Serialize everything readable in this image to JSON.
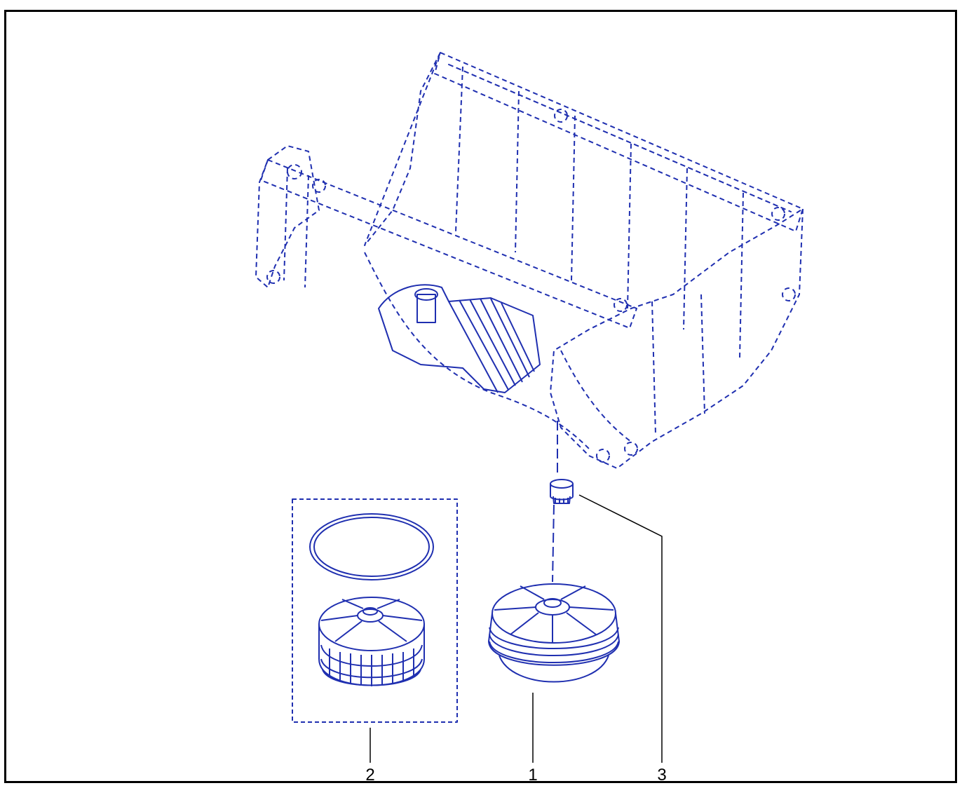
{
  "colors": {
    "line": "#1f2fb0",
    "frame": "#000000",
    "leader": "#000000"
  },
  "callouts": [
    {
      "id": "1",
      "label": "1"
    },
    {
      "id": "2",
      "label": "2"
    },
    {
      "id": "3",
      "label": "3"
    }
  ]
}
